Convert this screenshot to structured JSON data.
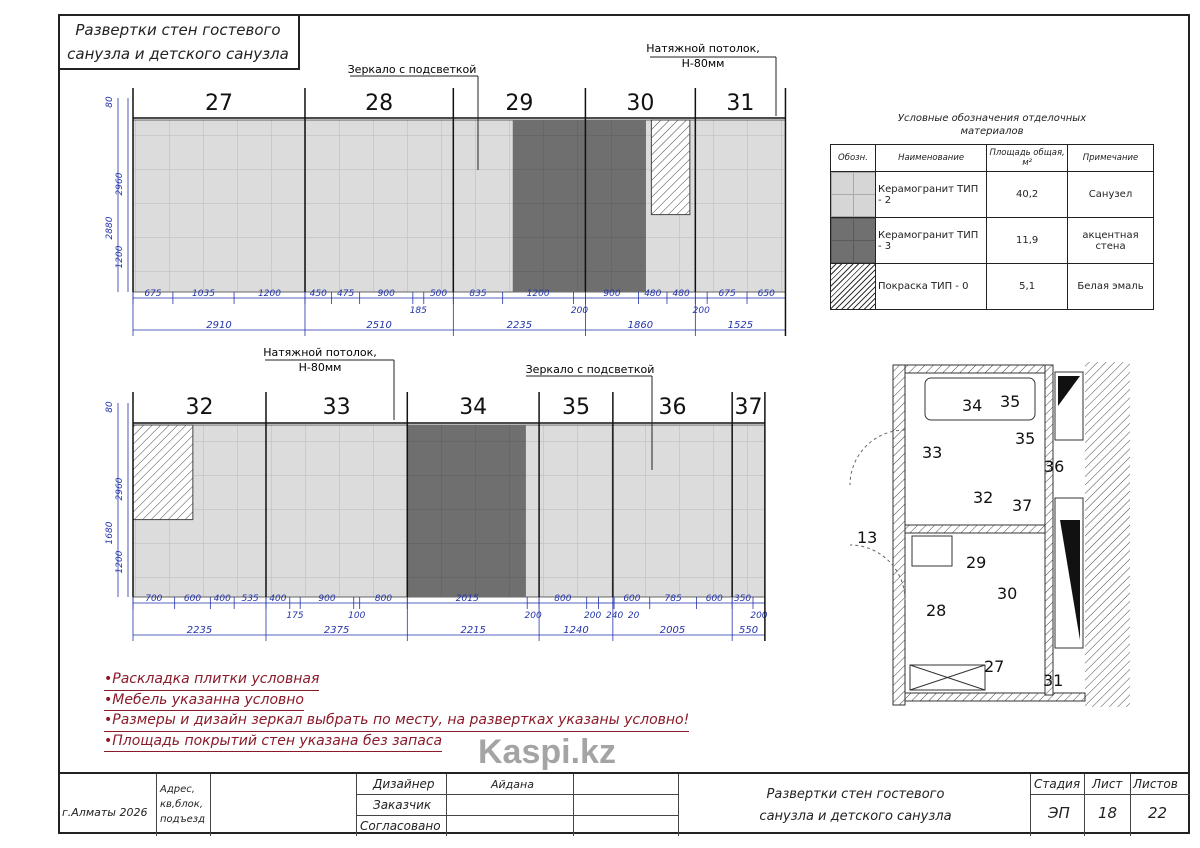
{
  "title": {
    "line1": "Развертки стен гостевого",
    "line2": "санузла и детского санузла"
  },
  "annotations": {
    "mirror_top": "Зеркало с подсветкой",
    "ceiling_top_1": "Натяжной потолок,",
    "ceiling_top_2": "Н-80мм",
    "ceiling_bottom_1": "Натяжной потолок,",
    "ceiling_bottom_2": "Н-80мм",
    "mirror_bottom": "Зеркало с подсветкой"
  },
  "elevations": [
    {
      "row": "top",
      "heights": [
        "80",
        "2960",
        "2880",
        "1200"
      ],
      "segments": [
        {
          "label": "27",
          "total": 2910,
          "dims": [
            675,
            1035,
            1200
          ]
        },
        {
          "label": "28",
          "total": 2510,
          "dims": [
            450,
            475,
            900,
            185,
            500
          ]
        },
        {
          "label": "29",
          "total": 2235,
          "dims": [
            835,
            1200,
            200
          ]
        },
        {
          "label": "30",
          "total": 1860,
          "dims": [
            900,
            480,
            480
          ]
        },
        {
          "label": "31",
          "total": 1525,
          "dims": [
            200,
            675,
            650
          ]
        }
      ]
    },
    {
      "row": "bottom",
      "heights": [
        "80",
        "2960",
        "1680",
        "1200"
      ],
      "segments": [
        {
          "label": "32",
          "total": 2235,
          "dims": [
            700,
            600,
            400,
            535
          ]
        },
        {
          "label": "33",
          "total": 2375,
          "dims": [
            400,
            175,
            900,
            100,
            800
          ]
        },
        {
          "label": "34",
          "total": 2215,
          "dims": [
            2015,
            200
          ]
        },
        {
          "label": "35",
          "total": 1240,
          "dims": [
            800,
            200,
            240
          ]
        },
        {
          "label": "36",
          "total": 2005,
          "dims": [
            20,
            600,
            785,
            600
          ]
        },
        {
          "label": "37",
          "total": 550,
          "dims": [
            350,
            200
          ]
        }
      ]
    }
  ],
  "legend": {
    "caption_1": "Условные обозначения отделочных",
    "caption_2": "материалов",
    "headers": [
      "Обозн.",
      "Наименование",
      "Площадь общая, м²",
      "Примечание"
    ],
    "rows": [
      {
        "name": "Керамогранит ТИП - 2",
        "area": "40,2",
        "note": "Санузел",
        "color": "#d6d6d6"
      },
      {
        "name": "Керамогранит ТИП - 3",
        "area": "11,9",
        "note": "акцентная стена",
        "color": "#707070"
      },
      {
        "name": "Покраска ТИП - 0",
        "area": "5,1",
        "note": "Белая эмаль",
        "color": "hatch"
      }
    ]
  },
  "plan_labels": [
    "34",
    "35",
    "35",
    "33",
    "36",
    "32",
    "37",
    "13",
    "29",
    "30",
    "28",
    "27",
    "31"
  ],
  "notes": [
    "•Раскладка плитки условная",
    "•Мебель указанна условно",
    "•Размеры и дизайн зеркал выбрать по месту, на развертках указаны условно!",
    "•Площадь покрытий стен указана без запаса"
  ],
  "title_block": {
    "city": "г.Алматы 2026",
    "address": "Адрес, кв,блок, подъезд",
    "designer_label": "Дизайнер",
    "designer": "Айдана",
    "customer_label": "Заказчик",
    "approved_label": "Согласовано",
    "sheet_title_1": "Развертки стен гостевого",
    "sheet_title_2": "санузла и детского санузла",
    "stage_label": "Стадия",
    "stage": "ЭП",
    "sheet_label": "Лист",
    "sheet": "18",
    "sheets_label": "Листов",
    "sheets": "22"
  },
  "watermark": "Kaspi.kz"
}
